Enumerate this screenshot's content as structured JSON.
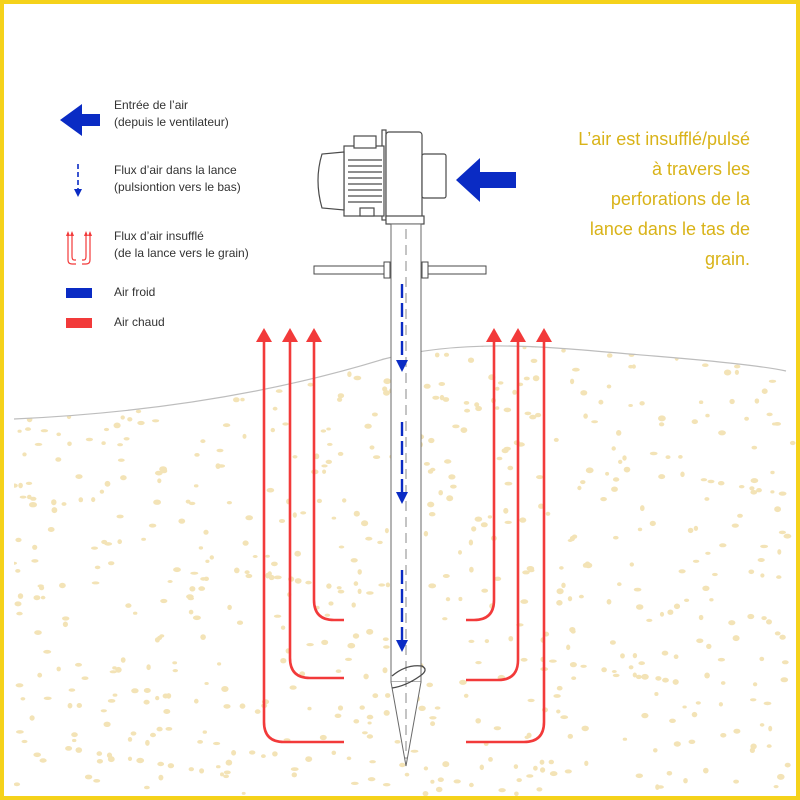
{
  "colors": {
    "border": "#f5d21a",
    "cold_air": "#0a2bc4",
    "hot_air": "#f23a3a",
    "note_text": "#d9b318",
    "grain_dots": "#f3e3b6",
    "outline": "#4a4a4a"
  },
  "legend": {
    "air_inlet": {
      "icon": "air-inlet-arrow-icon",
      "line1": "Entrée de l’air",
      "line2": "(depuis le ventilateur)"
    },
    "lance_flow": {
      "icon": "lance-flow-dashed-arrow-icon",
      "line1": "Flux d’air dans la lance",
      "line2": "(pulsiontion vers le bas)"
    },
    "blown_flow": {
      "icon": "blown-air-double-arrow-icon",
      "line1": "Flux d’air insufflé",
      "line2": "(de la lance vers le grain)"
    },
    "cold_air": {
      "icon": "cold-air-swatch",
      "label": "Air froid"
    },
    "hot_air": {
      "icon": "hot-air-swatch",
      "label": "Air chaud"
    }
  },
  "note": {
    "lines": [
      "L’air est insufflé/pulsé",
      "à travers les",
      "perforations de la",
      "lance dans le tas de",
      "grain."
    ]
  },
  "diagram": {
    "fan_motor": "fan-motor-icon",
    "lance": "lance-tube",
    "grain_pile": "grain-pile"
  }
}
